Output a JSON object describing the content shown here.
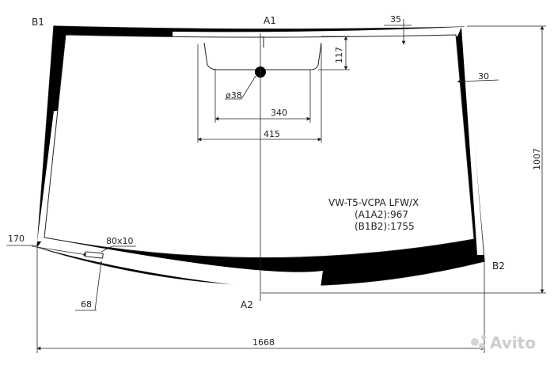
{
  "points": {
    "a1": "A1",
    "a2": "A2",
    "b1": "B1",
    "b2": "B2"
  },
  "dimensions": {
    "band_top": "35",
    "band_side": "30",
    "mirror_height": "117",
    "sensor_diameter": "ø38",
    "mirror_inner_width": "340",
    "mirror_outer_width": "415",
    "height": "1007",
    "width": "1668",
    "left_offset": "170",
    "vin_window": "80x10",
    "vin_offset": "68"
  },
  "model": {
    "code": "VW-T5-VCPA LFW/X",
    "a1a2": "(A1A2):967",
    "b1b2": "(B1B2):1755"
  },
  "watermark": {
    "text": "Avito"
  },
  "colors": {
    "line": "#222222",
    "frit": "#000000",
    "watermark": "#c8c8c8"
  }
}
